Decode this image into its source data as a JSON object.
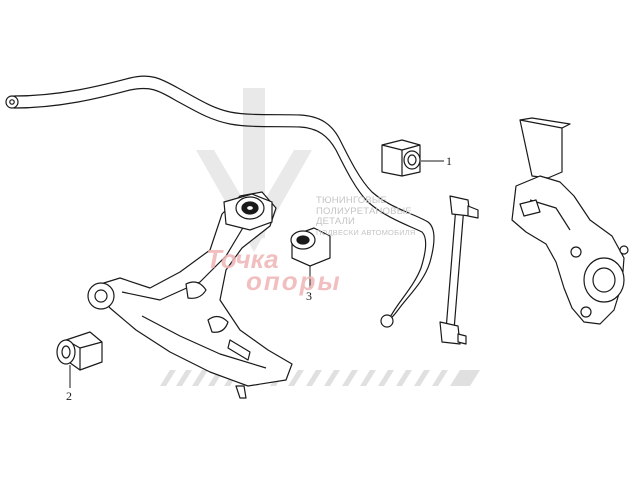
{
  "callouts": [
    {
      "number": "1"
    },
    {
      "number": "2"
    },
    {
      "number": "3"
    }
  ],
  "watermark": {
    "tagline_line1": "ТЮНИНГОВЫЕ",
    "tagline_line2": "ПОЛИУРЕТАНОВЫЕ",
    "tagline_line3": "ДЕТАЛИ",
    "tagline_line4": "ПОДВЕСКИ АВТОМОБИЛЯ",
    "brand_line1": "Точка",
    "brand_line2": "опоры",
    "colors": {
      "text": "#c4c4c4",
      "brand": "#e8a0a0",
      "mark": "#dcdcdc"
    }
  }
}
